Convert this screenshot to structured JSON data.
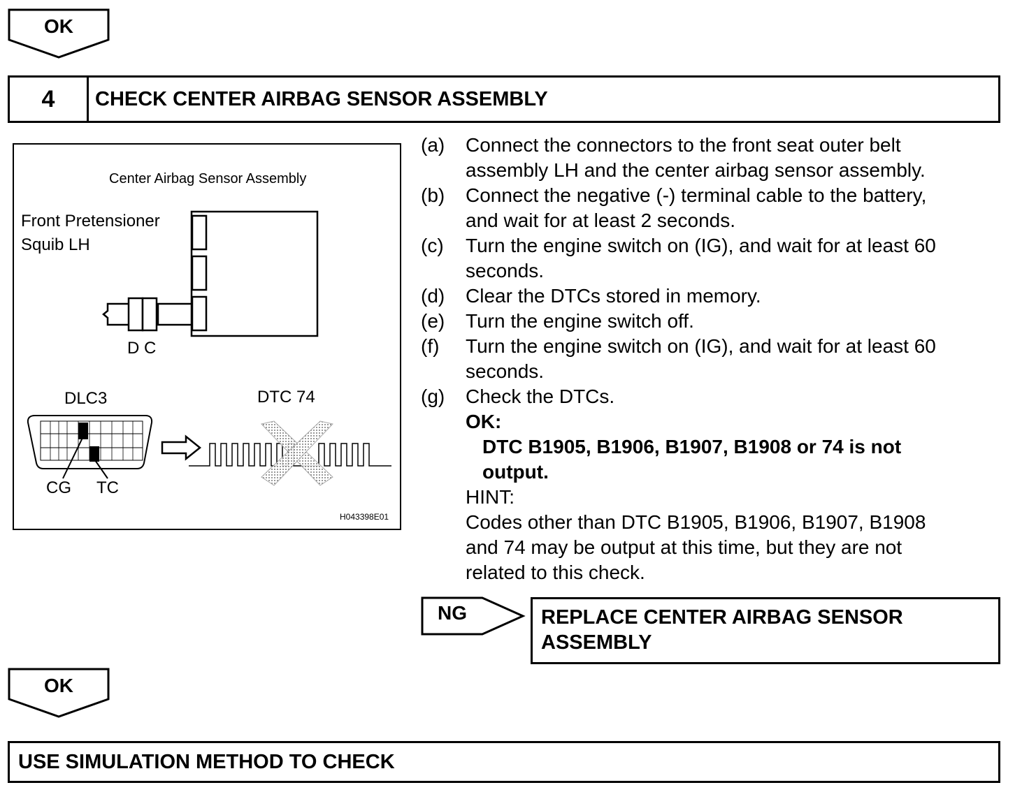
{
  "top_ok": {
    "label": "OK"
  },
  "step": {
    "number": "4",
    "title": "CHECK CENTER AIRBAG SENSOR ASSEMBLY"
  },
  "figure": {
    "title": "Center Airbag Sensor Assembly",
    "squib_label_line1": "Front Pretensioner",
    "squib_label_line2": "Squib LH",
    "connector_label": "D C",
    "dlc3_label": "DLC3",
    "dtc_label": "DTC 74",
    "cg_label": "CG",
    "tc_label": "TC",
    "code": "H043398E01"
  },
  "instructions": [
    {
      "label": "(a)",
      "lines": [
        "Connect the connectors to the front seat outer belt",
        "assembly LH and the center airbag sensor assembly."
      ]
    },
    {
      "label": "(b)",
      "lines": [
        "Connect the negative (-) terminal cable to the battery,",
        "and wait for at least 2 seconds."
      ]
    },
    {
      "label": "(c)",
      "lines": [
        "Turn the engine switch on (IG), and wait for at least 60",
        "seconds."
      ]
    },
    {
      "label": "(d)",
      "lines": [
        "Clear the DTCs stored in memory."
      ]
    },
    {
      "label": "(e)",
      "lines": [
        "Turn the engine switch off."
      ]
    },
    {
      "label": "(f)",
      "lines": [
        "Turn the engine switch on (IG), and wait for at least 60",
        "seconds."
      ]
    },
    {
      "label": "(g)",
      "lines": [
        "Check the DTCs."
      ]
    }
  ],
  "ok_heading": "OK:",
  "ok_criteria": [
    "DTC B1905, B1906, B1907, B1908 or 74 is not",
    "output."
  ],
  "hint_heading": "HINT:",
  "hint_lines": [
    "Codes other than DTC B1905, B1906, B1907, B1908",
    "and 74 may be output at this time, but they are not",
    "related to this check."
  ],
  "ng": {
    "label": "NG",
    "result_line1": "REPLACE CENTER AIRBAG SENSOR",
    "result_line2": "ASSEMBLY"
  },
  "bottom_ok": {
    "label": "OK"
  },
  "final": {
    "text": "USE SIMULATION METHOD TO CHECK"
  }
}
